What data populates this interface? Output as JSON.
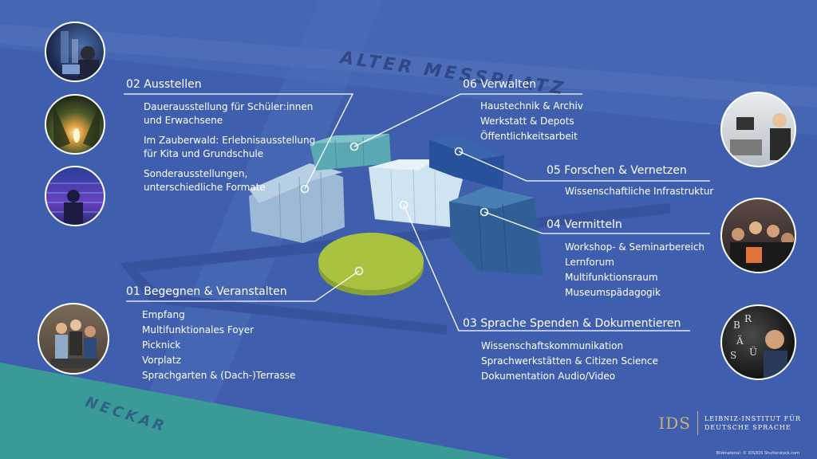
{
  "map": {
    "street_label": "ALTER MESSPLATZ",
    "river_label": "NECKAR"
  },
  "sections": [
    {
      "title": "01 Begegnen & Veranstalten",
      "items": [
        "Empfang",
        "Multifunktionales Foyer",
        "Picknick",
        "Vorplatz",
        "Sprachgarten & (Dach-)Terrasse"
      ]
    },
    {
      "title": "02 Ausstellen",
      "items": [
        "Dauerausstellung für Schüler:innen und Erwachsene",
        "Im Zauberwald: Erlebnisausstellung für Kita und Grundschule",
        "Sonderausstellungen, unterschiedliche Formate"
      ]
    },
    {
      "title": "03 Sprache Spenden & Dokumentieren",
      "items": [
        "Wissenschaftskommunikation",
        "Sprachwerkstätten & Citizen Science",
        "Dokumentation Audio/Video"
      ]
    },
    {
      "title": "04 Vermitteln",
      "items": [
        "Workshop- & Seminarbereich",
        "Lernforum",
        "Multifunktionsraum",
        "Museumspädagogik"
      ]
    },
    {
      "title": "05 Forschen & Vernetzen",
      "items": [
        "Wissenschaftliche Infrastruktur"
      ]
    },
    {
      "title": "06 Verwalten",
      "items": [
        "Haustechnik & Archiv",
        "Werkstatt & Depots",
        "Öffentlichkeitsarbeit"
      ]
    }
  ],
  "logo": {
    "short": "IDS",
    "line1": "LEIBNIZ-INSTITUT FÜR",
    "line2": "DEUTSCHE SPRACHE"
  },
  "credit": "Bildmaterial: © IDS/IDS Shutterstock.com",
  "colors": {
    "background": "#3f5fae",
    "river": "#3a9a98",
    "disc": "#a9c23f",
    "light_block": "#9cbad6",
    "teal_block": "#5aa8b4",
    "white_block": "#cfe3f0",
    "dark_block": "#2f5f96",
    "navy_block": "#27519a"
  }
}
